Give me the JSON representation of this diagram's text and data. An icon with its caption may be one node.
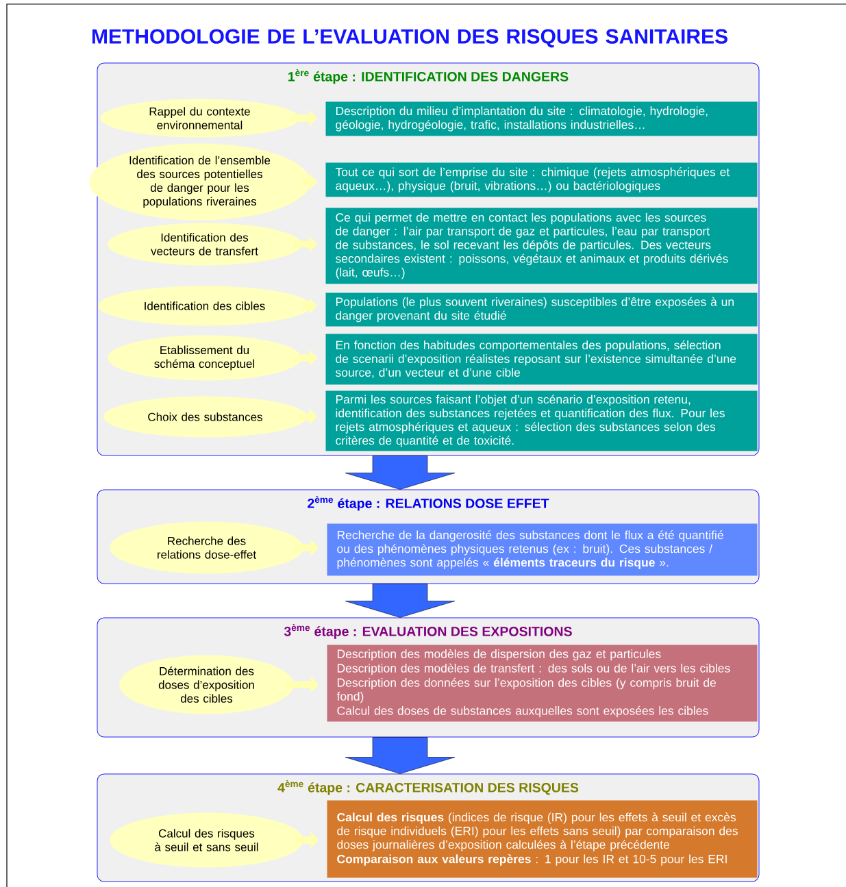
{
  "diagram": {
    "title": "METHODOLOGIE DE L’EVALUATION DES RISQUES SANITAIRES",
    "nodes": [
      {
        "text": [
          "1$^{ère}$ étape : IDENTIFICATION DES DANGERS"
        ]
      },
      {
        "text": [
          "Rappel du contexte environnemental"
        ],
        "in": 0
      },
      {
        "text": [
          "Description du milieu d’implantation du site : climatologie, hydrologie, géologie, hydrogéologie, trafic, installations industrielles…"
        ],
        "in": 0
      },
      {
        "text": [
          "Identification de l’ensemble des sources potentielles de danger pour les populations riveraines"
        ],
        "in": 0
      },
      {
        "text": [
          "Tout ce qui sort de l’emprise du site : chimique (rejets atmosphériques et aqueux…), physique (bruit, vibrations…) ou bactériologiques"
        ],
        "in": 0
      },
      {
        "text": [
          "Identification des vecteurs de transfert"
        ],
        "in": 0
      },
      {
        "text": [
          "Ce qui permet de mettre en contact les populations avec les sources de danger : l’air par transport de gaz et particules, l’eau par transport de substances, le sol recevant les dépôts de particules. Des vecteurs secondaires existent : poissons, végétaux et animaux et produits dérivés (lait, œufs…)"
        ],
        "in": 0
      },
      {
        "text": [
          "Identification des cibles"
        ],
        "in": 0
      },
      {
        "text": [
          "Populations (le plus souvent riveraines) susceptibles d’être exposées à un danger provenant du site étudié"
        ],
        "in": 0
      },
      {
        "text": [
          "Etablissement du schéma conceptuel"
        ],
        "in": 0
      },
      {
        "text": [
          "En fonction des habitudes comportementales des populations, sélection de scenarii d’exposition réalistes reposant sur l’existence simultanée d’une source, d’un vecteur et d’une cible"
        ],
        "in": 0
      },
      {
        "text": [
          "Choix des substances"
        ],
        "in": 0
      },
      {
        "text": [
          "Parmi les sources faisant l’objet d’un scénario d’exposition retenu, identification des substances rejetées et quantification des flux. Pour les rejets atmosphériques et aqueux : sélection des substances selon des critères de quantité et de toxicité."
        ],
        "in": 0
      },
      {
        "text": [
          "2$^{ème}$ étape : RELATIONS DOSE EFFET"
        ]
      },
      {
        "text": [
          "Recherche des relations dose-effet"
        ],
        "in": 13
      },
      {
        "text": [
          "Recherche de la dangerosité des substances dont le flux a été quantifié ou des phénomènes physiques retenus (ex : bruit). Ces substances / phénomènes sont appelés « **éléments traceurs du risque** »."
        ],
        "in": 13
      },
      {
        "text": [
          "3$^{ème}$ étape : EVALUATION DES EXPOSITIONS"
        ]
      },
      {
        "text": [
          "Détermination des doses d’exposition des cibles"
        ],
        "in": 16
      },
      {
        "text": [
          "Description des modèles de dispersion des gaz et particules",
          "Description des modèles de transfert : des sols ou de l’air vers les cibles",
          "Description des données sur l’exposition des cibles (y compris bruit de fond)",
          "Calcul des doses de substances auxquelles sont exposées les cibles"
        ],
        "in": 16
      },
      {
        "text": [
          "4$^{ème}$ étape : CARACTERISATION DES RISQUES"
        ]
      },
      {
        "text": [
          "Calcul des risques à seuil et sans seuil"
        ],
        "in": 19
      },
      {
        "text": [
          "**Calcul des risques** (indices de risque (IR) pour les effets à seuil et excès de risque individuels (ERI) pour les effets sans seuil) par comparaison des doses journalières d’exposition calculées à l’étape précédente",
          "**Comparaison aux valeurs repères** : 1 pour les IR et 10-5 pour les ERI"
        ],
        "in": 19
      }
    ],
    "edges": [
      {
        "from": 1,
        "to": 2,
        "arrow": "to"
      },
      {
        "from": 3,
        "to": 4,
        "arrow": "to"
      },
      {
        "from": 5,
        "to": 6,
        "arrow": "to"
      },
      {
        "from": 7,
        "to": 8,
        "arrow": "to"
      },
      {
        "from": 9,
        "to": 10,
        "arrow": "to"
      },
      {
        "from": 11,
        "to": 12,
        "arrow": "to"
      },
      {
        "from": 14,
        "to": 15,
        "arrow": "to"
      },
      {
        "from": 17,
        "to": 18,
        "arrow": "to"
      },
      {
        "from": 20,
        "to": 21,
        "arrow": "to"
      },
      {
        "from": 0,
        "to": 13,
        "arrow": "to",
        "style": "thick",
        "color": "#3366ff"
      },
      {
        "from": 13,
        "to": 16,
        "arrow": "to",
        "style": "thick",
        "color": "#3366ff"
      },
      {
        "from": 16,
        "to": 19,
        "arrow": "to",
        "style": "thick",
        "color": "#3366ff"
      }
    ]
  }
}
